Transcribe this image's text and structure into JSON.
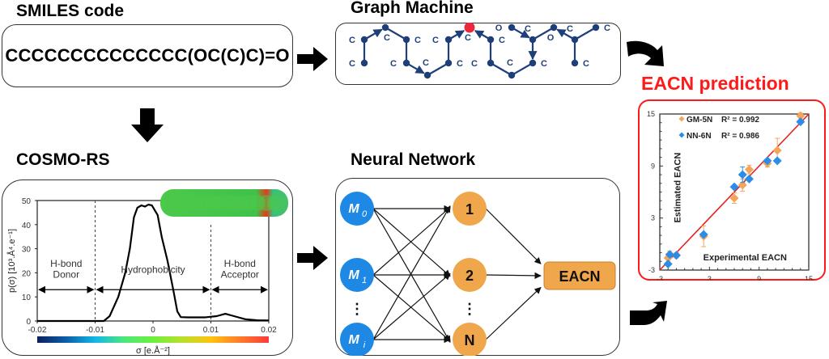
{
  "smiles": {
    "title": "SMILES code",
    "code": "CCCCCCCCCCCCCC(OC(C)C)=O"
  },
  "graph_machine": {
    "title": "Graph Machine",
    "atom_label_color": "#1f3f7a",
    "root_node_color": "#e8283c",
    "nodes": [
      {
        "label": "C"
      },
      {
        "label": "C"
      },
      {
        "label": "C"
      },
      {
        "label": "C"
      },
      {
        "label": "C"
      },
      {
        "label": "C"
      },
      {
        "label": "C"
      },
      {
        "label": "C"
      },
      {
        "label": "C"
      },
      {
        "label": "C"
      },
      {
        "label": "C"
      },
      {
        "label": "C"
      },
      {
        "label": "O"
      },
      {
        "label": "C"
      },
      {
        "label": "O"
      },
      {
        "label": "C"
      },
      {
        "label": "C"
      },
      {
        "label": "C"
      }
    ]
  },
  "cosmo_rs": {
    "title": "COSMO-RS",
    "ylabel": "p(σ) [10³.Å⁴.e⁻¹]",
    "xlabel": "σ [e.Å⁻²]",
    "regions": [
      {
        "label_line1": "H-bond",
        "label_line2": "Donor"
      },
      {
        "label_line1": "Hydrophobicity",
        "label_line2": ""
      },
      {
        "label_line1": "H-bond",
        "label_line2": "Acceptor"
      }
    ],
    "colorbar_colors": [
      "#0a1f5c",
      "#0b5fa8",
      "#12b6e8",
      "#4de87a",
      "#6cf03c",
      "#b8e02a",
      "#ffc20e",
      "#ff7a2a",
      "#ff3b3b"
    ]
  },
  "neural_network": {
    "title": "Neural Network",
    "inputs": [
      {
        "label": "M",
        "sub": "0"
      },
      {
        "label": "M",
        "sub": "1"
      },
      {
        "label": "M",
        "sub": "i"
      }
    ],
    "hidden": [
      "1",
      "2",
      "N"
    ],
    "ellipsis": "⋮",
    "output": "EACN",
    "input_color": "#1e88e5",
    "hidden_color": "#f0a64a"
  },
  "eacn_prediction": {
    "title": "EACN prediction",
    "frame_color": "#ff1a1a"
  },
  "chart_data": {
    "type": "scatter",
    "title": "",
    "xlabel": "Experimental EACN",
    "ylabel": "Estimated EACN",
    "xlim": [
      -3,
      15
    ],
    "ylim": [
      -3,
      15
    ],
    "xticks": [
      "-3",
      "3",
      "9",
      "15"
    ],
    "yticks": [
      "-3",
      "3",
      "9",
      "15"
    ],
    "grid": false,
    "legend_position": "top-left",
    "reference_line": {
      "from": [
        -3,
        -3
      ],
      "to": [
        15,
        15
      ],
      "color": "#e82020"
    },
    "series": [
      {
        "name": "GM-5N",
        "r2_label": "R² = 0.992",
        "color": "#f5a55a",
        "marker": "diamond",
        "points": [
          {
            "x": -2.0,
            "y": -1.6,
            "err": 0.4
          },
          {
            "x": -1.8,
            "y": -1.2,
            "err": 0.4
          },
          {
            "x": -1.0,
            "y": -1.3,
            "err": 0.3
          },
          {
            "x": 2.3,
            "y": 0.9,
            "err": 1.2
          },
          {
            "x": 6.0,
            "y": 5.3,
            "err": 0.6
          },
          {
            "x": 7.0,
            "y": 6.8,
            "err": 0.7
          },
          {
            "x": 7.8,
            "y": 8.6,
            "err": 0.5
          },
          {
            "x": 10.0,
            "y": 9.3,
            "err": 0.4
          },
          {
            "x": 11.2,
            "y": 10.8,
            "err": 1.4
          },
          {
            "x": 14.0,
            "y": 14.8,
            "err": 0.3
          }
        ]
      },
      {
        "name": "NN-6N",
        "r2_label": "R² = 0.986",
        "color": "#2b8de8",
        "marker": "diamond",
        "points": [
          {
            "x": -2.0,
            "y": -2.3,
            "err": 0
          },
          {
            "x": -1.8,
            "y": -1.2,
            "err": 0
          },
          {
            "x": -1.0,
            "y": -1.3,
            "err": 0
          },
          {
            "x": 2.3,
            "y": 1.1,
            "err": 0
          },
          {
            "x": 6.0,
            "y": 6.6,
            "err": 0
          },
          {
            "x": 7.0,
            "y": 8.0,
            "err": 0.9
          },
          {
            "x": 7.8,
            "y": 7.5,
            "err": 0
          },
          {
            "x": 10.0,
            "y": 9.6,
            "err": 0
          },
          {
            "x": 11.2,
            "y": 9.6,
            "err": 0
          },
          {
            "x": 14.0,
            "y": 14.1,
            "err": 0
          }
        ]
      }
    ]
  }
}
